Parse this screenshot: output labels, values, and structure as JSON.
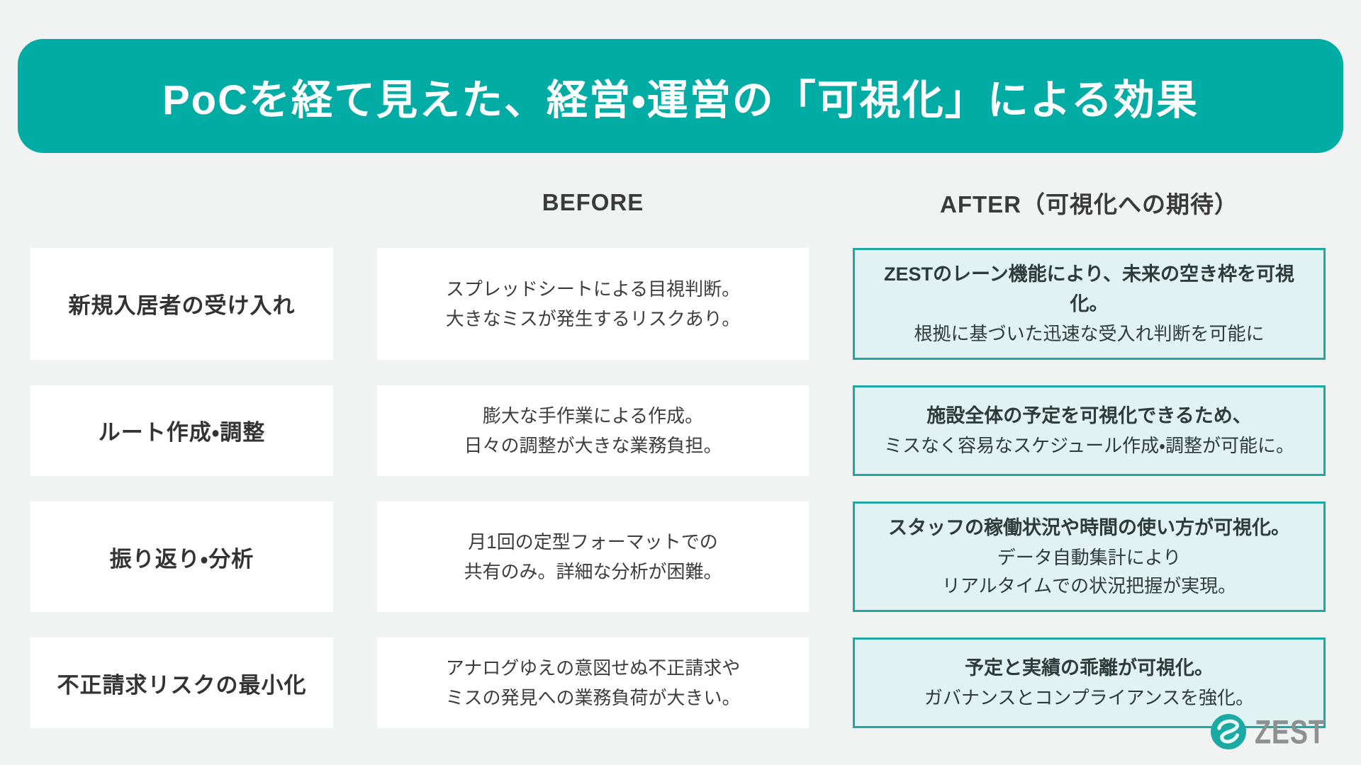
{
  "page": {
    "background": "#F1F2F2"
  },
  "banner": {
    "title": "PoCを経て見えた、経営・運営の「可視化」による効果",
    "background": "#00ACA3",
    "text_color": "#FFFFFF"
  },
  "columns": {
    "before_label": "BEFORE",
    "after_label": "AFTER（可視化への期待）"
  },
  "rows": [
    {
      "label": "新規入居者の受け入れ",
      "before_lines": [
        "スプレッドシートによる目視判断。",
        "大きなミスが発生するリスクあり。"
      ],
      "after_bold": "ZESTのレーン機能により、未来の空き枠を可視化。",
      "after_lines": [
        "根拠に基づいた迅速な受入れ判断を可能に"
      ]
    },
    {
      "label": "ルート作成・調整",
      "before_lines": [
        "膨大な手作業による作成。",
        "日々の調整が大きな業務負担。"
      ],
      "after_bold": "施設全体の予定を可視化できるため、",
      "after_lines": [
        "ミスなく容易なスケジュール作成・調整が可能に。"
      ]
    },
    {
      "label": "振り返り・分析",
      "before_lines": [
        "月1回の定型フォーマットでの",
        "共有のみ。詳細な分析が困難。"
      ],
      "after_bold": "スタッフの稼働状況や時間の使い方が可視化。",
      "after_lines": [
        "データ自動集計により",
        "リアルタイムでの状況把握が実現。"
      ]
    },
    {
      "label": "不正請求リスクの最小化",
      "before_lines": [
        "アナログゆえの意図せぬ不正請求や",
        "ミスの発見への業務負荷が大きい。"
      ],
      "after_bold": "予定と実績の乖離が可視化。",
      "after_lines": [
        "ガバナンスとコンプライアンスを強化。"
      ]
    }
  ],
  "styles": {
    "after_cell_background": "#E0F2F1",
    "after_cell_border": "#20A6A3",
    "cell_background": "#FFFFFF",
    "text_dark": "#3A3A3A"
  },
  "logo": {
    "text": "ZEST",
    "icon": "zest-swoosh-circle",
    "circle_color": "#1BA9A3",
    "text_color": "#8E9090"
  }
}
